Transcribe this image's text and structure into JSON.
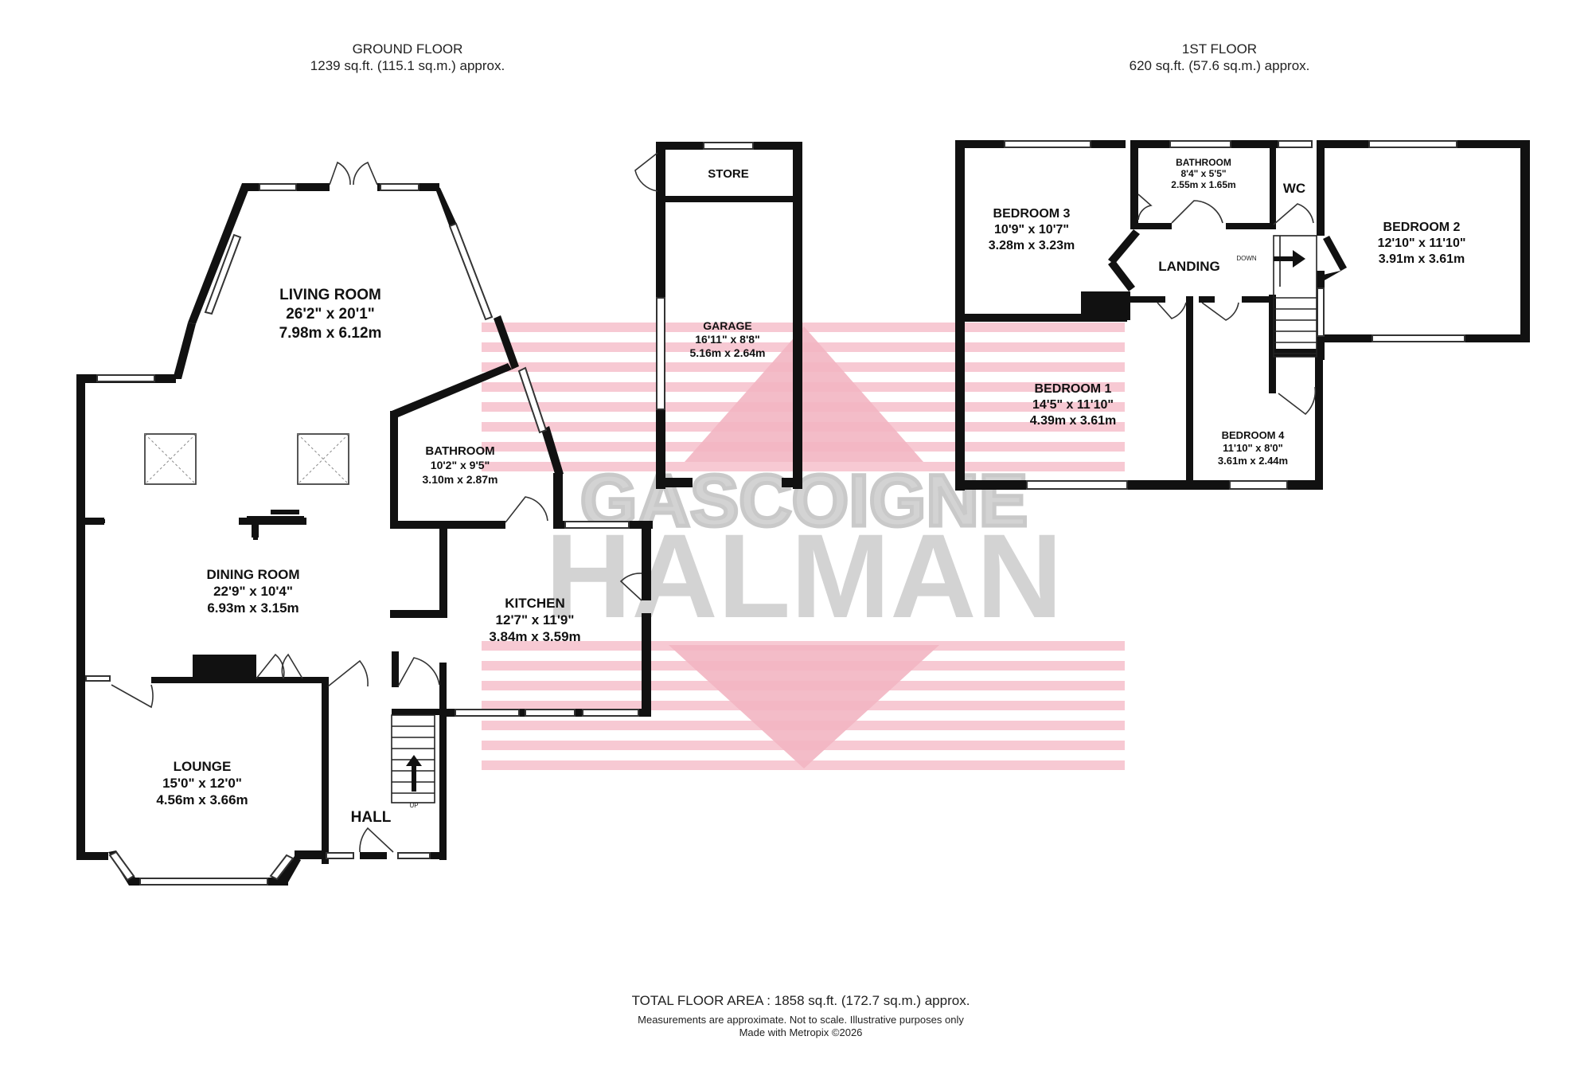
{
  "floors": {
    "ground": {
      "title": "GROUND FLOOR",
      "area": "1239 sq.ft. (115.1 sq.m.) approx."
    },
    "first": {
      "title": "1ST FLOOR",
      "area": "620 sq.ft. (57.6 sq.m.) approx."
    }
  },
  "rooms": {
    "living_room": {
      "name": "LIVING ROOM",
      "imperial": "26'2\" x 20'1\"",
      "metric": "7.98m x 6.12m"
    },
    "dining_room": {
      "name": "DINING ROOM",
      "imperial": "22'9\" x 10'4\"",
      "metric": "6.93m x 3.15m"
    },
    "lounge": {
      "name": "LOUNGE",
      "imperial": "15'0\" x 12'0\"",
      "metric": "4.56m x 3.66m"
    },
    "hall": {
      "name": "HALL"
    },
    "bathroom_ground": {
      "name": "BATHROOM",
      "imperial": "10'2\" x 9'5\"",
      "metric": "3.10m x 2.87m"
    },
    "kitchen": {
      "name": "KITCHEN",
      "imperial": "12'7\" x 11'9\"",
      "metric": "3.84m x 3.59m"
    },
    "store": {
      "name": "STORE"
    },
    "garage": {
      "name": "GARAGE",
      "imperial": "16'11\" x 8'8\"",
      "metric": "5.16m x 2.64m"
    },
    "bedroom_3": {
      "name": "BEDROOM 3",
      "imperial": "10'9\" x 10'7\"",
      "metric": "3.28m x 3.23m"
    },
    "bathroom_first": {
      "name": "BATHROOM",
      "imperial": "8'4\" x 5'5\"",
      "metric": "2.55m x 1.65m"
    },
    "wc": {
      "name": "WC"
    },
    "bedroom_2": {
      "name": "BEDROOM 2",
      "imperial": "12'10\" x 11'10\"",
      "metric": "3.91m x 3.61m"
    },
    "landing": {
      "name": "LANDING"
    },
    "bedroom_1": {
      "name": "BEDROOM 1",
      "imperial": "14'5\" x 11'10\"",
      "metric": "4.39m x 3.61m"
    },
    "bedroom_4": {
      "name": "BEDROOM 4",
      "imperial": "11'10\" x 8'0\"",
      "metric": "3.61m x 2.44m"
    }
  },
  "stairs": {
    "up_label": "UP",
    "down_label": "DOWN"
  },
  "watermark": {
    "line1": "GASCOIGNE",
    "line2": "HALMAN"
  },
  "footer": {
    "total": "TOTAL FLOOR AREA : 1858 sq.ft. (172.7 sq.m.) approx.",
    "note": "Measurements are approximate.  Not to scale.  Illustrative purposes only",
    "made_with": "Made with Metropix ©2026"
  },
  "colors": {
    "wall": "#111111",
    "watermark_stripe": "#f7c9d3",
    "watermark_text": "#d3d3d3"
  }
}
